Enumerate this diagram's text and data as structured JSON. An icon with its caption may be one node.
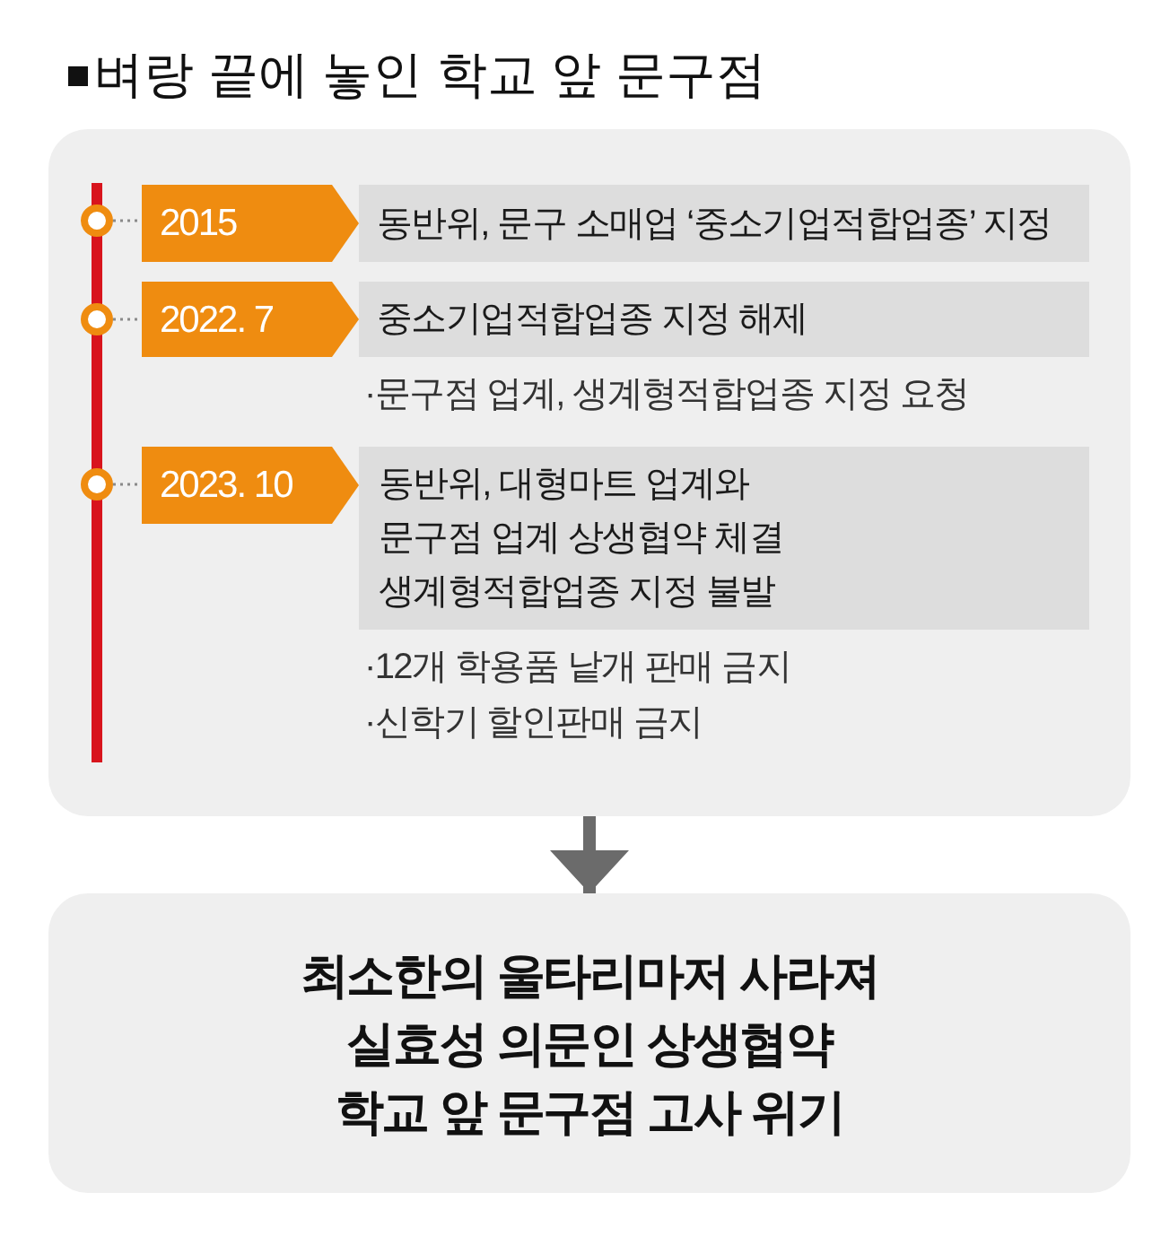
{
  "diagram": {
    "title": "벼랑 끝에 놓인 학교 앞 문구점",
    "nodes": [
      {
        "text": [],
        "shape": "box"
      },
      {
        "text": [],
        "shape": "circle",
        "in": 0
      },
      {
        "text": [
          "2015"
        ],
        "in": 0
      },
      {
        "text": [
          "동반위, 문구 소매업 ‘중소기업적합업종’ 지정"
        ],
        "in": 0
      },
      {
        "text": [],
        "shape": "circle",
        "in": 0
      },
      {
        "text": [
          "2022. 7"
        ],
        "in": 0
      },
      {
        "text": [
          "중소기업적합업종 지정 해제"
        ],
        "in": 0,
        "beside": [
          "·문구점 업계, 생계형적합업종 지정 요청"
        ]
      },
      {
        "text": [],
        "shape": "circle",
        "in": 0
      },
      {
        "text": [
          "2023. 10"
        ],
        "in": 0
      },
      {
        "text": [
          "동반위, 대형마트 업계와 문구점 업계 상생협약 체결",
          "생계형적합업종 지정 불발"
        ],
        "in": 0,
        "beside": [
          "·12개 학용품 낱개 판매 금지",
          "·신학기 할인판매 금지"
        ]
      },
      {
        "text": [
          "최소한의 울타리마저 사라져",
          "실효성 의문인 상생협약",
          "학교 앞 문구점 고사 위기"
        ]
      }
    ],
    "edges": [
      {
        "from": 1,
        "to": 2,
        "arrow": "none",
        "style": "dashed"
      },
      {
        "from": 4,
        "to": 5,
        "arrow": "none",
        "style": "dashed"
      },
      {
        "from": 7,
        "to": 8,
        "arrow": "none",
        "style": "dashed"
      },
      {
        "from": 0,
        "to": 10,
        "arrow": "to",
        "style": "thick"
      }
    ]
  }
}
